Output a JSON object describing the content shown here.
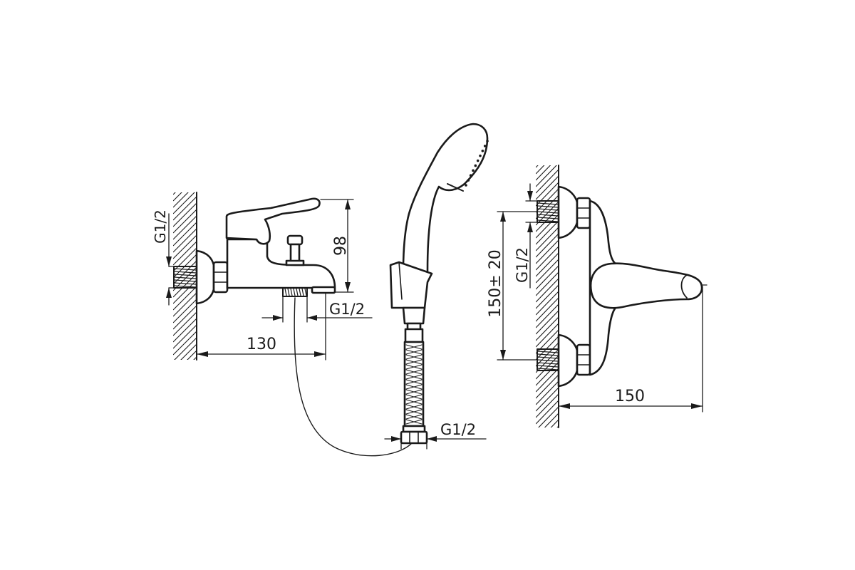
{
  "diagram": {
    "dimensions": {
      "inlet_thread_left": "G1/2",
      "spout_outlet_thread": "G1/2",
      "hose_nut_thread": "G1/2",
      "inlet_thread_right": "G1/2",
      "depth_left_mixer": "130",
      "height_left_mixer": "98",
      "inlet_spacing": "150± 20",
      "depth_right_mixer": "150"
    },
    "colors": {
      "line": "#1a1a1a",
      "background": "#ffffff"
    }
  }
}
